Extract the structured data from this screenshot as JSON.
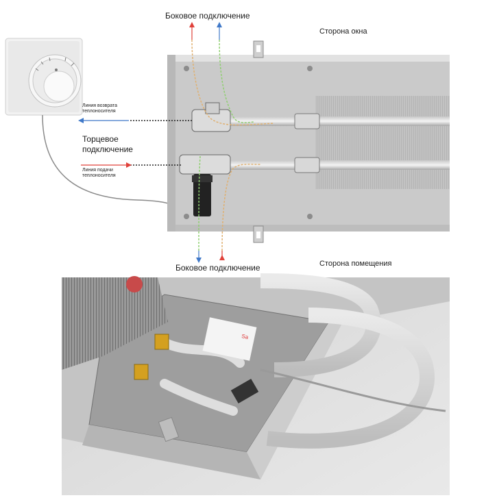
{
  "labels": {
    "side_connection_top": "Боковое подключение",
    "window_side": "Сторона окна",
    "return_line_1": "Линия возврата",
    "return_line_2": "теплоносителя",
    "end_connection_1": "Торцевое",
    "end_connection_2": "подключение",
    "supply_line_1": "Линия подачи",
    "supply_line_2": "теплоносителя",
    "side_connection_bottom": "Боковое подключение",
    "room_side": "Сторона помещения"
  },
  "colors": {
    "supply_arrow": "#e0413a",
    "return_arrow": "#3f78c8",
    "supply_line": "#e0b070",
    "return_line": "#8fcf70"
  }
}
